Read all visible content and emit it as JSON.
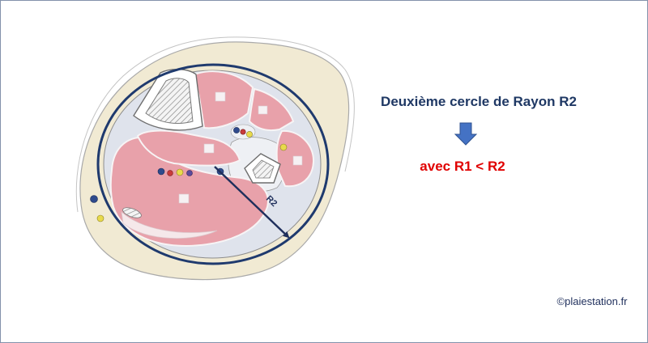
{
  "slide": {
    "title": "Deuxième cercle de Rayon R2",
    "condition": "avec R1 < R2",
    "credit": "©plaiestation.fr"
  },
  "diagram": {
    "radius_label": "R2"
  },
  "icons": {
    "arrow": "down-arrow-icon"
  },
  "colors": {
    "title": "#1f3864",
    "condition": "#e00000",
    "circle": "#1f3a6e",
    "arrow": "#4472c4",
    "credit": "#1f2f5c"
  }
}
